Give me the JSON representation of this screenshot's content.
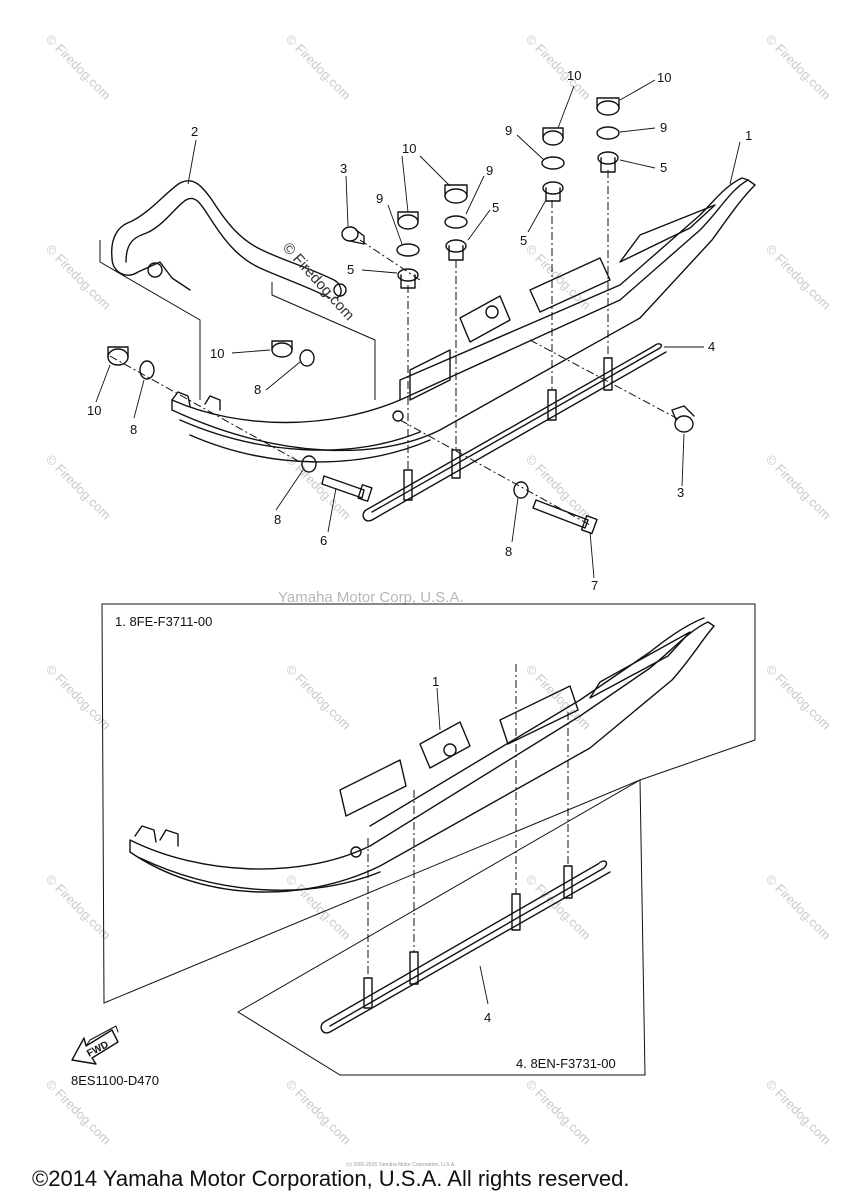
{
  "watermark": {
    "text": "© Firedog.com"
  },
  "center_watermark": "© Firedog.com",
  "corp_watermark": "Yamaha Motor Corp, U.S.A.",
  "callouts": {
    "c1a": "1",
    "c1b": "1",
    "c2": "2",
    "c3a": "3",
    "c3b": "3",
    "c4a": "4",
    "c4b": "4",
    "c5a": "5",
    "c5b": "5",
    "c5c": "5",
    "c5d": "5",
    "c6": "6",
    "c7": "7",
    "c8a": "8",
    "c8b": "8",
    "c8c": "8",
    "c8d": "8",
    "c9a": "9",
    "c9b": "9",
    "c9c": "9",
    "c9d": "9",
    "c10a": "10",
    "c10b": "10",
    "c10c": "10",
    "c10d": "10",
    "c10e": "10"
  },
  "box_labels": {
    "ski_part": "1. 8FE-F3711-00",
    "runner_part": "4. 8EN-F3731-00"
  },
  "fwd_label": "FWD",
  "diagram_code": "8ES1100-D470",
  "footer_small": "(c) 2000-2015 Yamaha Motor Corporation, U.S.A.",
  "copyright": "©2014 Yamaha Motor Corporation, U.S.A. All rights reserved."
}
